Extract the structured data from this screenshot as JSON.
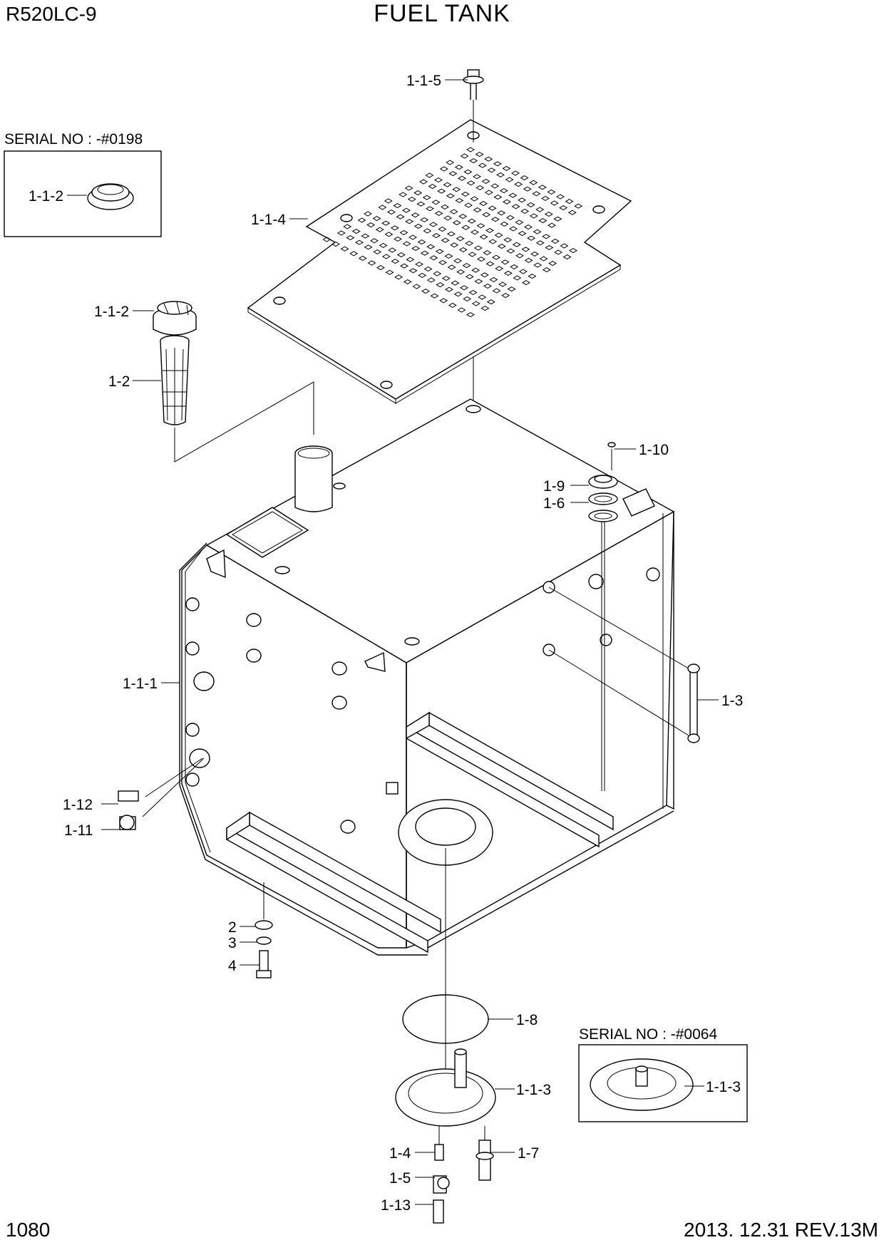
{
  "header": {
    "model": "R520LC-9",
    "title": "FUEL TANK"
  },
  "footer": {
    "page_number": "1080",
    "revision": "2013. 12.31  REV.13M"
  },
  "insets": {
    "serial_a": "SERIAL NO : -#0198",
    "serial_b": "SERIAL NO : -#0064"
  },
  "callouts": {
    "c_1_1_5": "1-1-5",
    "c_1_1_2_inset": "1-1-2",
    "c_1_1_4": "1-1-4",
    "c_1_1_2": "1-1-2",
    "c_1_2": "1-2",
    "c_1_10": "1-10",
    "c_1_9": "1-9",
    "c_1_6": "1-6",
    "c_1_1_1": "1-1-1",
    "c_1_3": "1-3",
    "c_1_12": "1-12",
    "c_1_11": "1-11",
    "c_2": "2",
    "c_3": "3",
    "c_4": "4",
    "c_1_8": "1-8",
    "c_1_1_3": "1-1-3",
    "c_1_1_3_inset": "1-1-3",
    "c_1_4": "1-4",
    "c_1_7": "1-7",
    "c_1_5": "1-5",
    "c_1_13": "1-13"
  }
}
